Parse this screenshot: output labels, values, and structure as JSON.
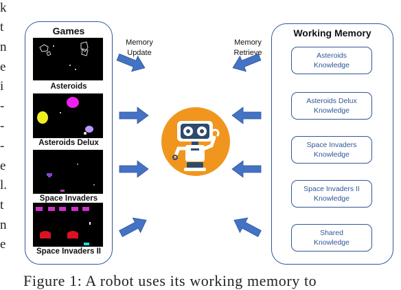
{
  "left_column_letters": [
    "k",
    "t",
    "n",
    "e",
    "i",
    "-",
    "-",
    "-",
    "e",
    "l.",
    "t",
    "n",
    "e"
  ],
  "games_panel": {
    "title": "Games",
    "games": [
      {
        "label": "Asteroids"
      },
      {
        "label": "Asteroids Delux"
      },
      {
        "label": "Space Invaders"
      },
      {
        "label": "Space Invaders II"
      }
    ]
  },
  "memory_panel": {
    "title": "Working Memory",
    "items": [
      {
        "label": "Asteroids\nKnowledge"
      },
      {
        "label": "Asteroids Delux\nKnowledge"
      },
      {
        "label": "Space Invaders\nKnowledge"
      },
      {
        "label": "Space Invaders II\nKnowledge"
      },
      {
        "label": "Shared\nKnowledge"
      }
    ]
  },
  "arrow_labels": {
    "memory_update": "Memory\nUpdate",
    "memory_retrieve": "Memory\nRetrieve"
  },
  "caption": "Figure 1:  A robot uses its working memory to",
  "colors": {
    "panel_border": "#2f5597",
    "arrow": "#4472c4",
    "robot_circle": "#f0961e",
    "robot_body": "#ffffff",
    "robot_dark": "#2d4a6b",
    "knowledge_text": "#2f5597"
  }
}
